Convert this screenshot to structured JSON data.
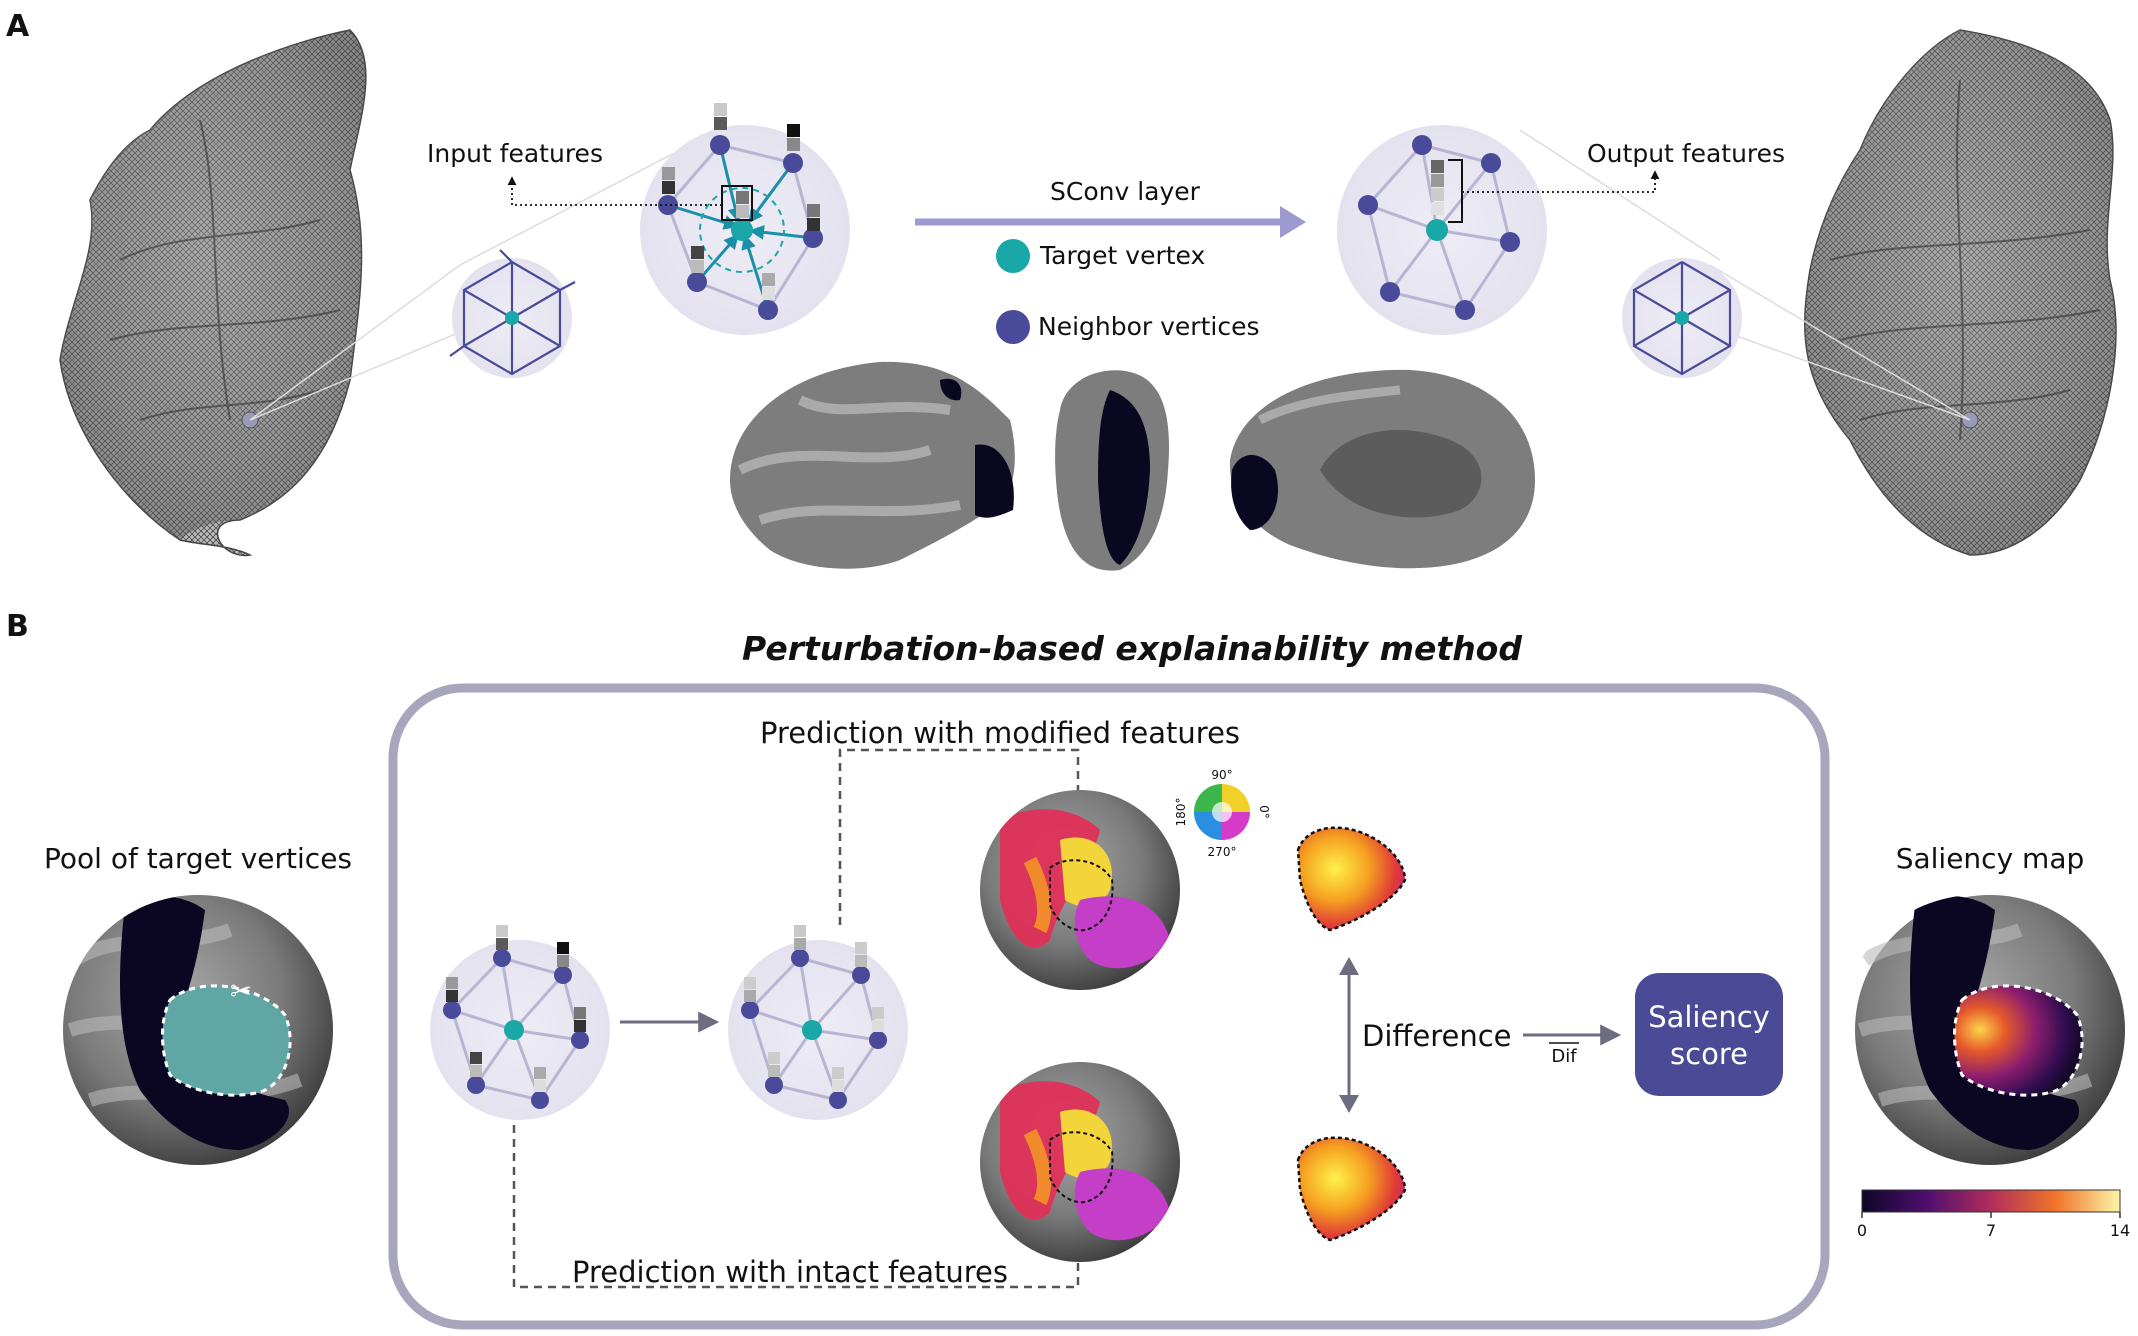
{
  "panels": {
    "a_label": "A",
    "b_label": "B"
  },
  "panel_a": {
    "input_features": "Input features",
    "output_features": "Output features",
    "sconv_layer": "SConv layer",
    "target_vertex": "Target vertex",
    "neighbor_vertices": "Neighbor vertices"
  },
  "panel_b": {
    "title": "Perturbation-based explainability method",
    "pool_label": "Pool of target vertices",
    "saliency_map_label": "Saliency map",
    "prediction_modified": "Prediction with modified features",
    "prediction_intact": "Prediction with intact features",
    "difference": "Difference",
    "dif_label": "Dif",
    "saliency_score_line1": "Saliency",
    "saliency_score_line2": "score",
    "colorwheel": {
      "deg90": "90°",
      "deg180": "180°",
      "deg270": "270°",
      "deg0": "0°"
    },
    "colorbar": {
      "min": "0",
      "mid": "7",
      "max": "14"
    }
  },
  "colors": {
    "target_vertex": "#1aa7a7",
    "neighbor_vertex": "#4a4a9a",
    "arrow_sconv": "#9c9ad0",
    "saliency_box": "#4a4a96",
    "frame": "#a8a6bc"
  }
}
